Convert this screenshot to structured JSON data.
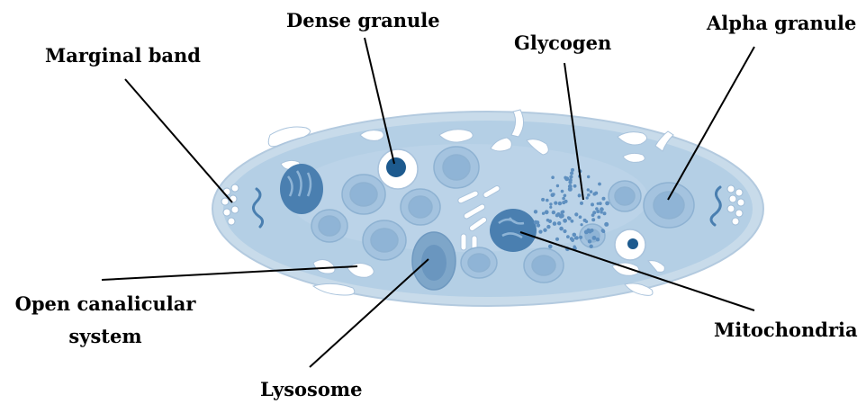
{
  "diagram": {
    "labels": {
      "dense_granule": "Dense granule",
      "glycogen": "Glycogen",
      "alpha_granule": "Alpha granule",
      "marginal_band": "Marginal band",
      "open_canalicular_line1": "Open canalicular",
      "open_canalicular_line2": "system",
      "mitochondria": "Mitochondria",
      "lysosome": "Lysosome"
    },
    "colors": {
      "membrane_outer": "#c4d8e8",
      "cytoplasm": "#aac8e0",
      "organelle_fill": "#95b8d6",
      "organelle_core": "#7ea6c9",
      "dense_core": "#1d5a8e",
      "mitochondria": "#4a7fb0",
      "glycogen_dots": "#5e8fbf",
      "canaliculi": "#ffffff",
      "pointer_line": "#000000"
    }
  }
}
